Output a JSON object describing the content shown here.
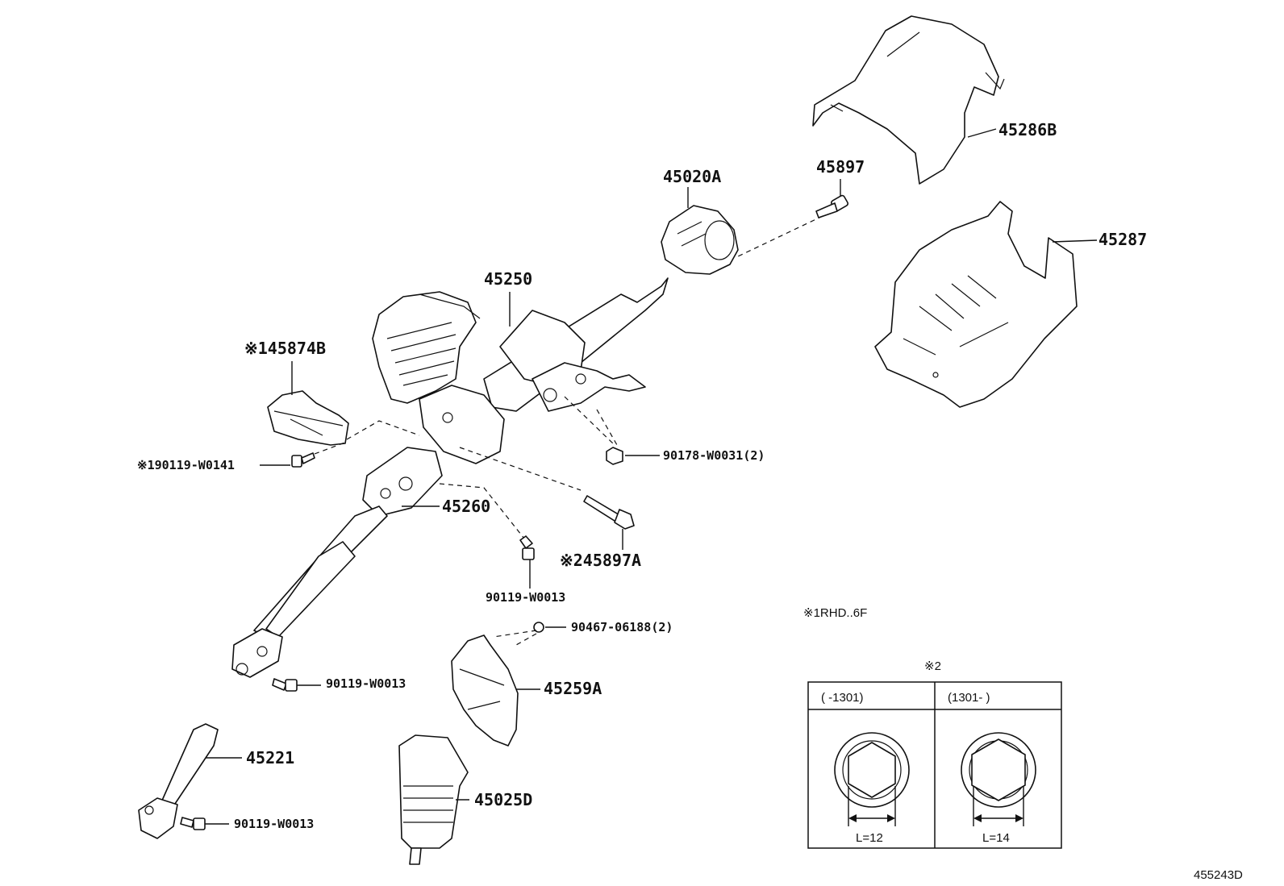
{
  "parts": {
    "p45286B": "45286B",
    "p45020A": "45020A",
    "p45897": "45897",
    "p45287": "45287",
    "p45250": "45250",
    "p45874B": "※145874B",
    "p90119_W0141": "※190119-W0141",
    "p90178_W0031": "90178-W0031(2)",
    "p45260": "45260",
    "p45897A": "※245897A",
    "p90119_W0013_a": "90119-W0013",
    "p90467_06188": "90467-06188(2)",
    "p90119_W0013_b": "90119-W0013",
    "p45259A": "45259A",
    "p45221": "45221",
    "p45025D": "45025D",
    "p90119_W0013_c": "90119-W0013"
  },
  "notes": {
    "note1": "※1RHD..6F",
    "note2_title": "※2"
  },
  "inset_table": {
    "col1_header": "(      -1301)",
    "col2_header": "(1301-      )",
    "col1_dim": "L=12",
    "col2_dim": "L=14"
  },
  "diagram_id": "455243D"
}
